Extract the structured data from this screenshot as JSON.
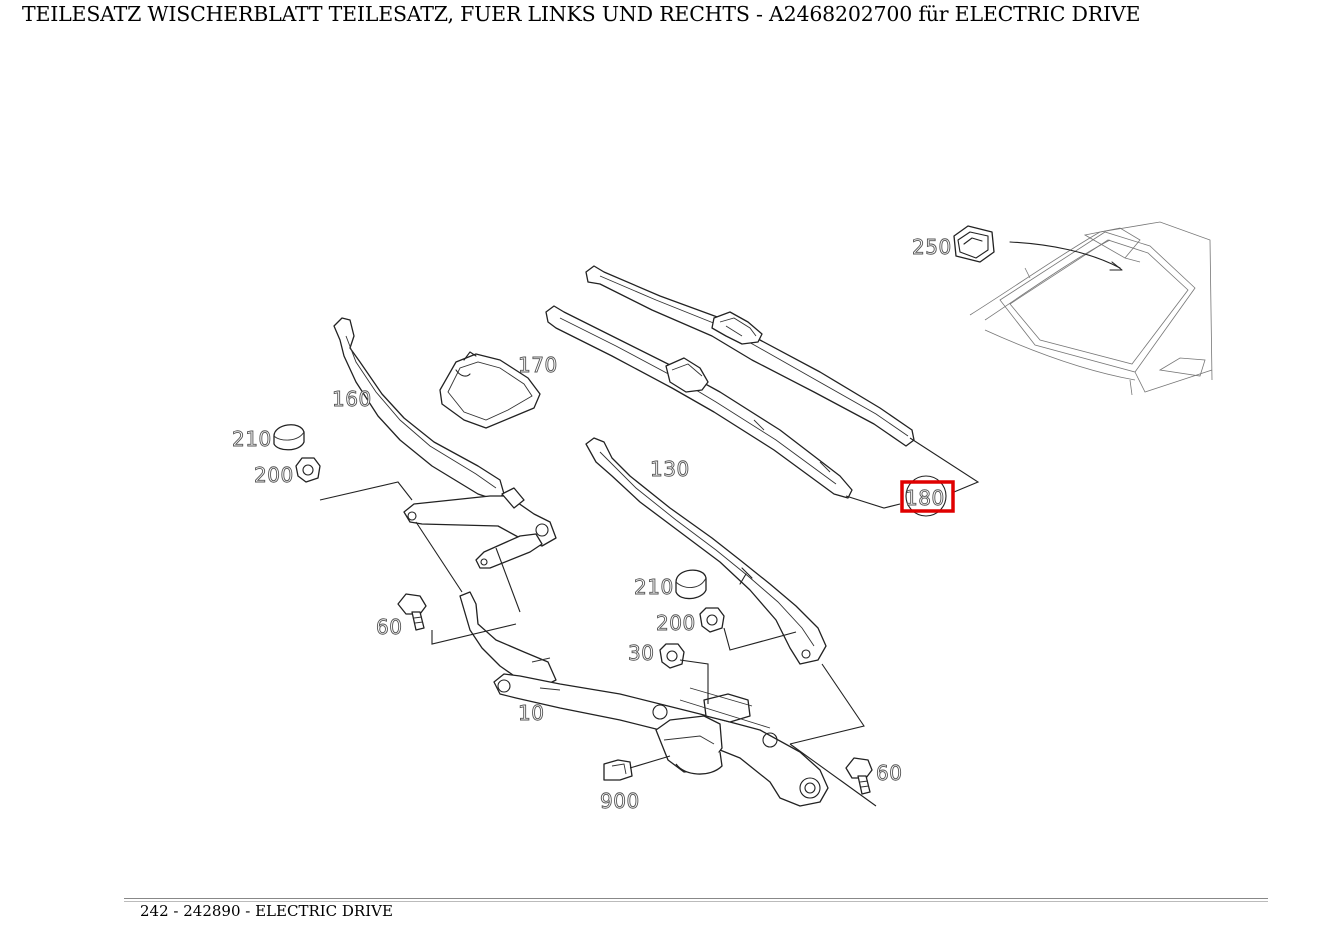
{
  "title": "TEILESATZ WISCHERBLATT TEILESATZ, FUER LINKS UND RECHTS - A2468202700 für ELECTRIC DRIVE",
  "footer": "242 - 242890 - ELECTRIC DRIVE",
  "highlight_color": "#e00000",
  "highlighted_callout": "180",
  "callouts": {
    "c250": "250",
    "c170": "170",
    "c160": "160",
    "c210a": "210",
    "c200a": "200",
    "c130": "130",
    "c180": "180",
    "c210b": "210",
    "c200b": "200",
    "c60a": "60",
    "c30": "30",
    "c10": "10",
    "c60b": "60",
    "c900": "900"
  }
}
